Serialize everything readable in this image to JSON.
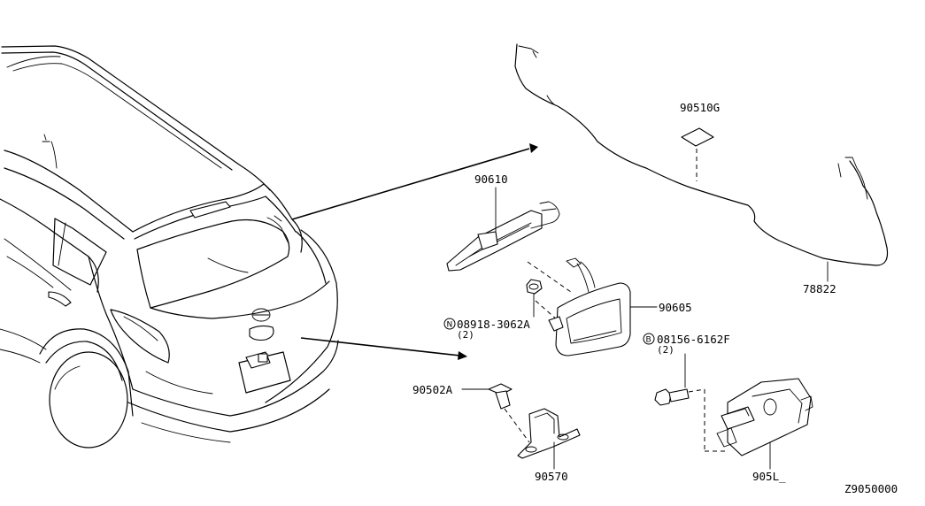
{
  "labels": {
    "p90510G": "90510G",
    "p90610": "90610",
    "p78822": "78822",
    "p90605": "90605",
    "p08918": "08918-3062A",
    "p08918_qty": "(2)",
    "p08918_prefix": "N",
    "p08156": "08156-6162F",
    "p08156_qty": "(2)",
    "p08156_prefix": "B",
    "p90502A": "90502A",
    "p90570": "90570",
    "p905xx": "905L_",
    "diagram_id": "Z9050000"
  },
  "icons": {
    "car": "hatchback-rear-view",
    "wire": "wiring-harness",
    "handle": "back-door-handle",
    "switch": "door-lock-switch",
    "clip": "harness-clip",
    "screw": "screw",
    "bracket": "striker-bracket",
    "bolt": "bolt",
    "actuator": "lock-actuator"
  }
}
